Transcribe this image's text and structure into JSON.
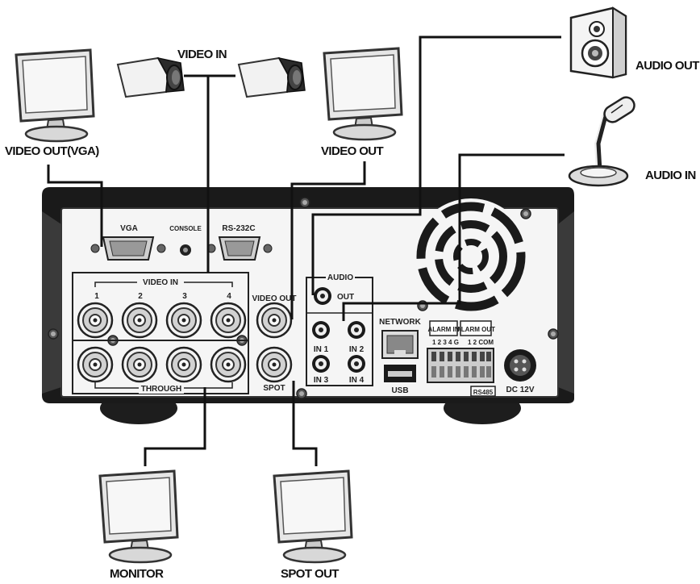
{
  "devices": {
    "video_in": "VIDEO IN",
    "video_out_vga": "VIDEO OUT(VGA)",
    "video_out": "VIDEO OUT",
    "audio_out": "AUDIO OUT",
    "audio_in": "AUDIO IN",
    "monitor": "MONITOR",
    "spot_out": "SPOT OUT"
  },
  "panel": {
    "vga": "VGA",
    "console": "CONSOLE",
    "rs232c": "RS-232C",
    "video_in": "VIDEO IN",
    "ch1": "1",
    "ch2": "2",
    "ch3": "3",
    "ch4": "4",
    "through": "THROUGH",
    "video_out": "VIDEO OUT",
    "spot": "SPOT",
    "audio": "AUDIO",
    "audio_out": "OUT",
    "in1": "IN 1",
    "in2": "IN 2",
    "in3": "IN 3",
    "in4": "IN 4",
    "network": "NETWORK",
    "usb": "USB",
    "alarm_in": "ALARM IN",
    "alarm_out": "ALARM OUT",
    "alarm_in_pins": "1 2 3 4 G",
    "alarm_out_pins": "1 2 COM",
    "rs485": "RS485",
    "dc12v": "DC 12V"
  }
}
